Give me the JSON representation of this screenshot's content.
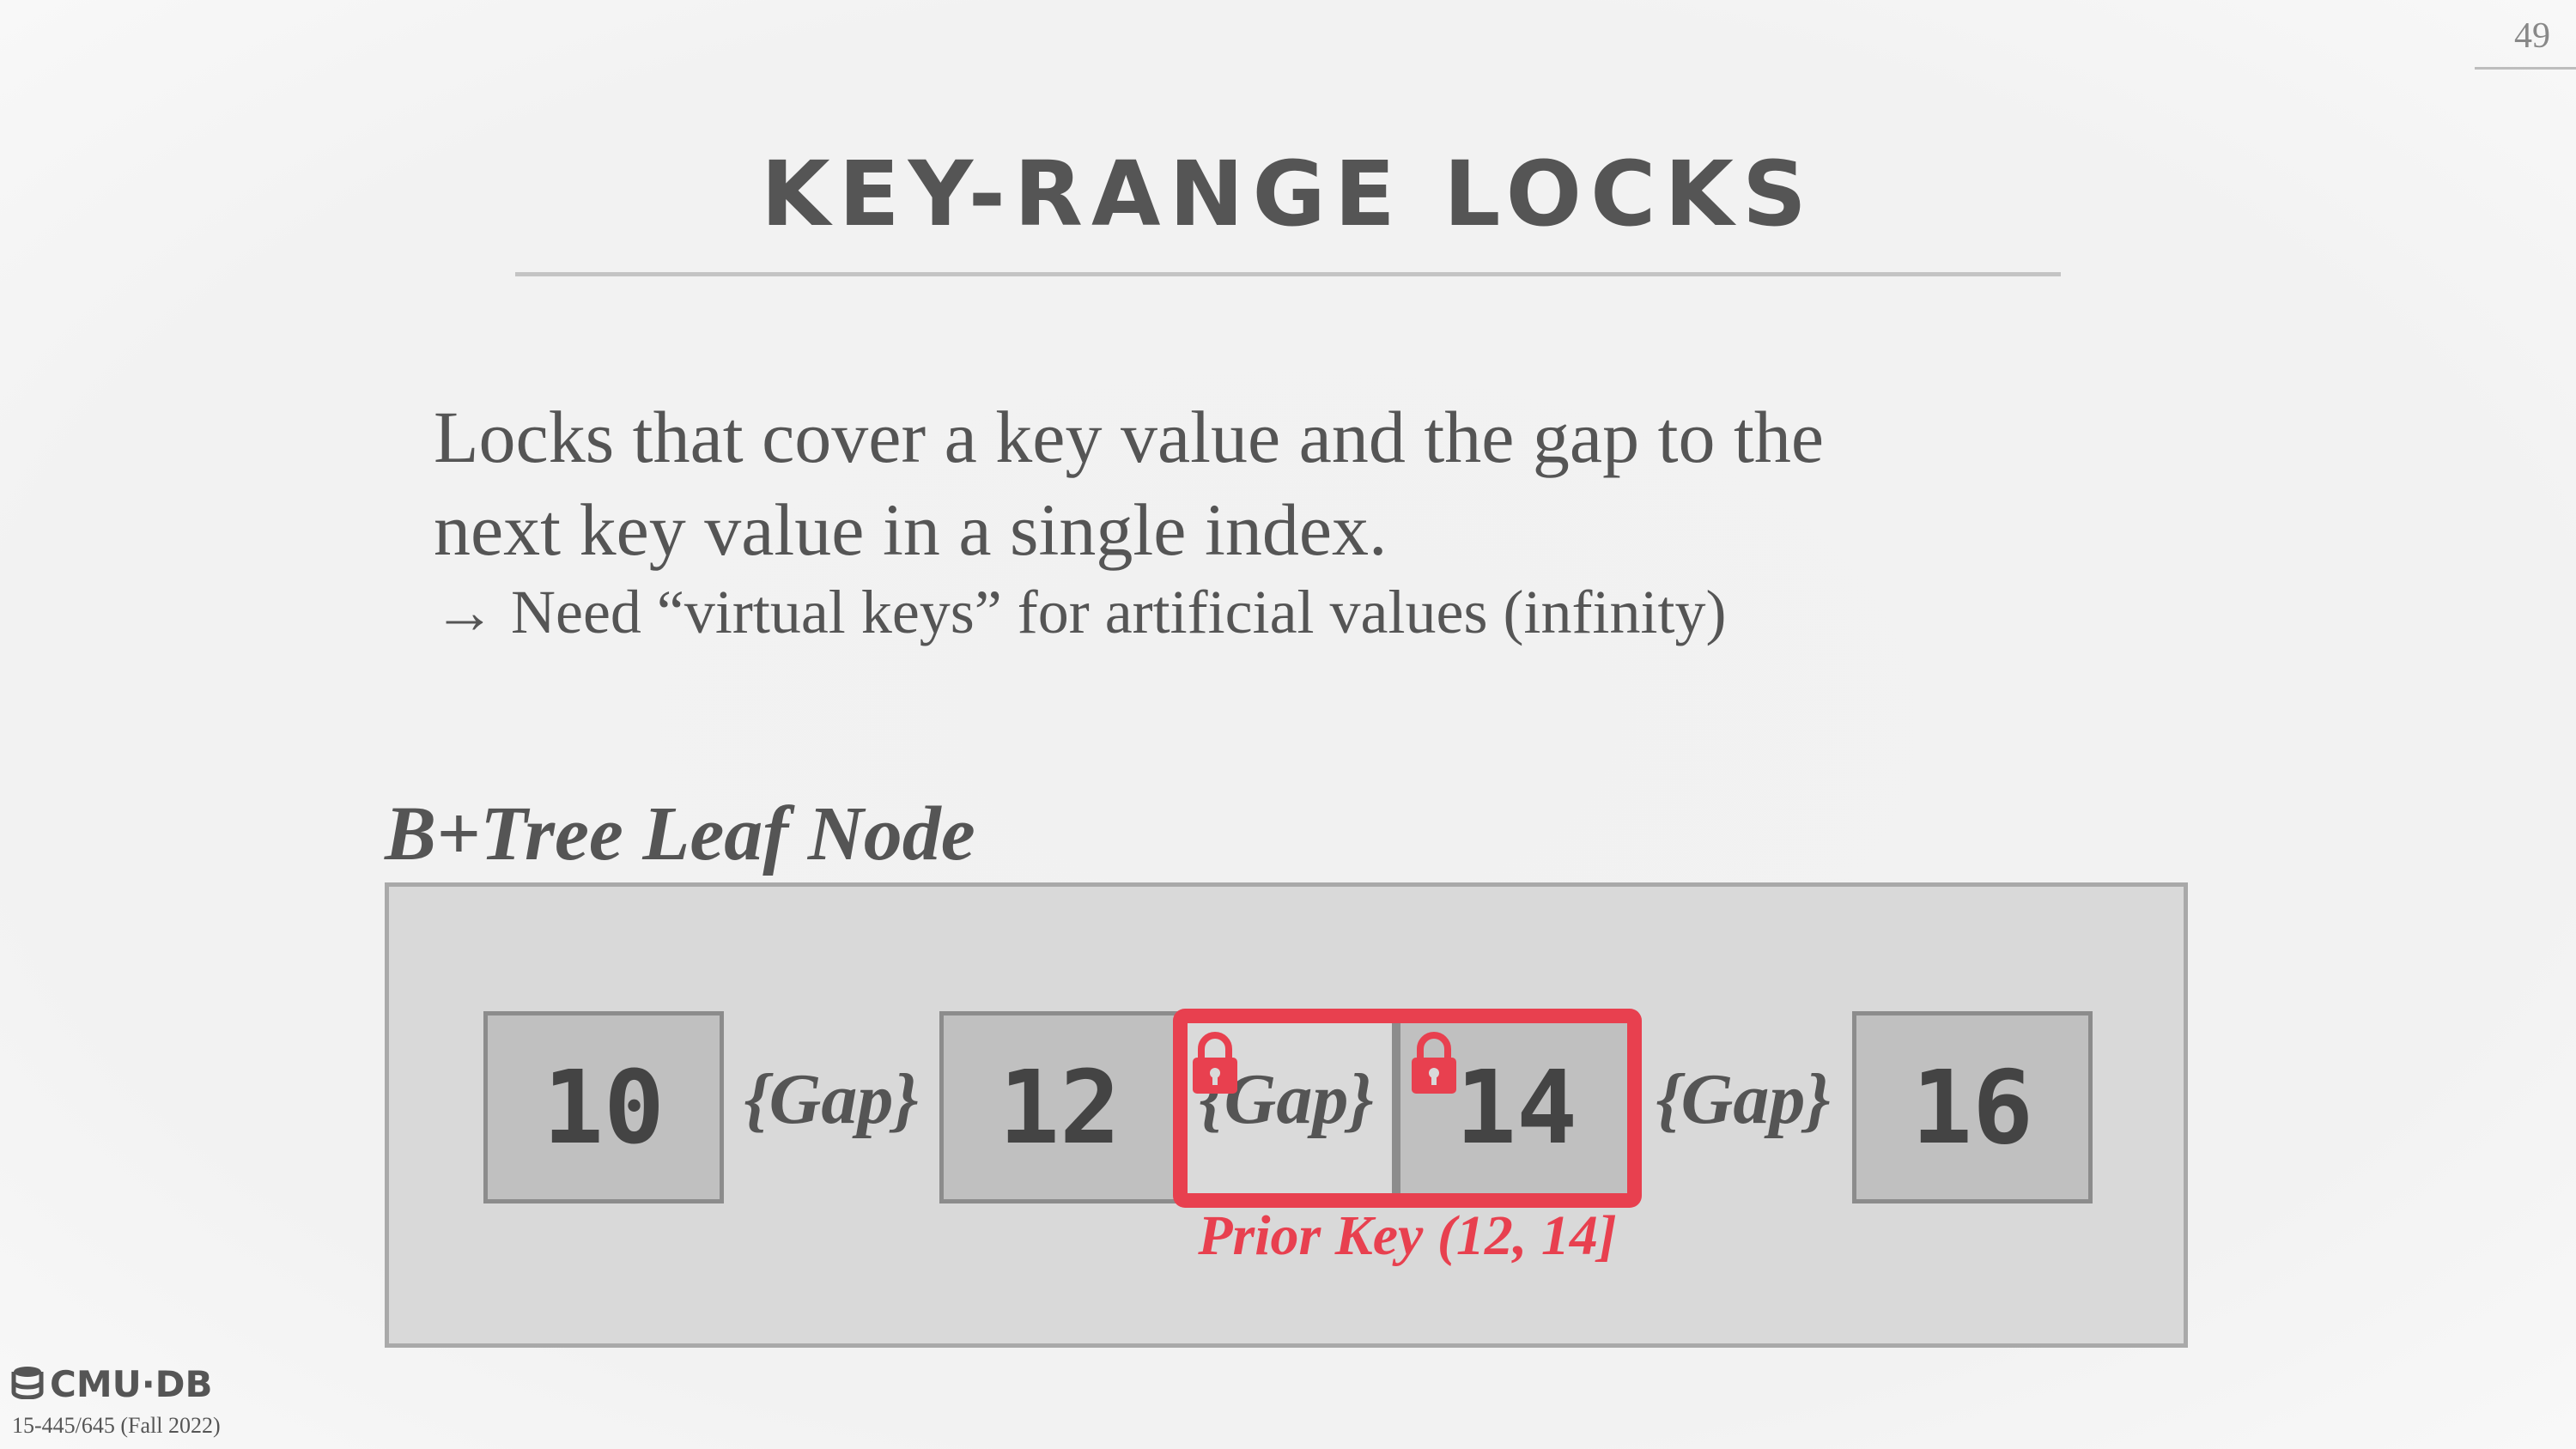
{
  "slide": {
    "page_number": "49",
    "title": "KEY-RANGE LOCKS",
    "body_line1": "Locks that cover a key value and the gap to the",
    "body_line2": "next key value in a single index.",
    "sub_bullet": "→ Need “virtual keys” for artificial values (infinity)"
  },
  "diagram": {
    "label": "B+Tree Leaf Node",
    "keys": [
      "10",
      "12",
      "14",
      "16"
    ],
    "gap_label": "{Gap}",
    "lock_caption": "Prior Key (12, 14]",
    "lock_color": "#e8404f"
  },
  "footer": {
    "logo_text": "CMU·DB",
    "course": "15-445/645 (Fall 2022)"
  }
}
